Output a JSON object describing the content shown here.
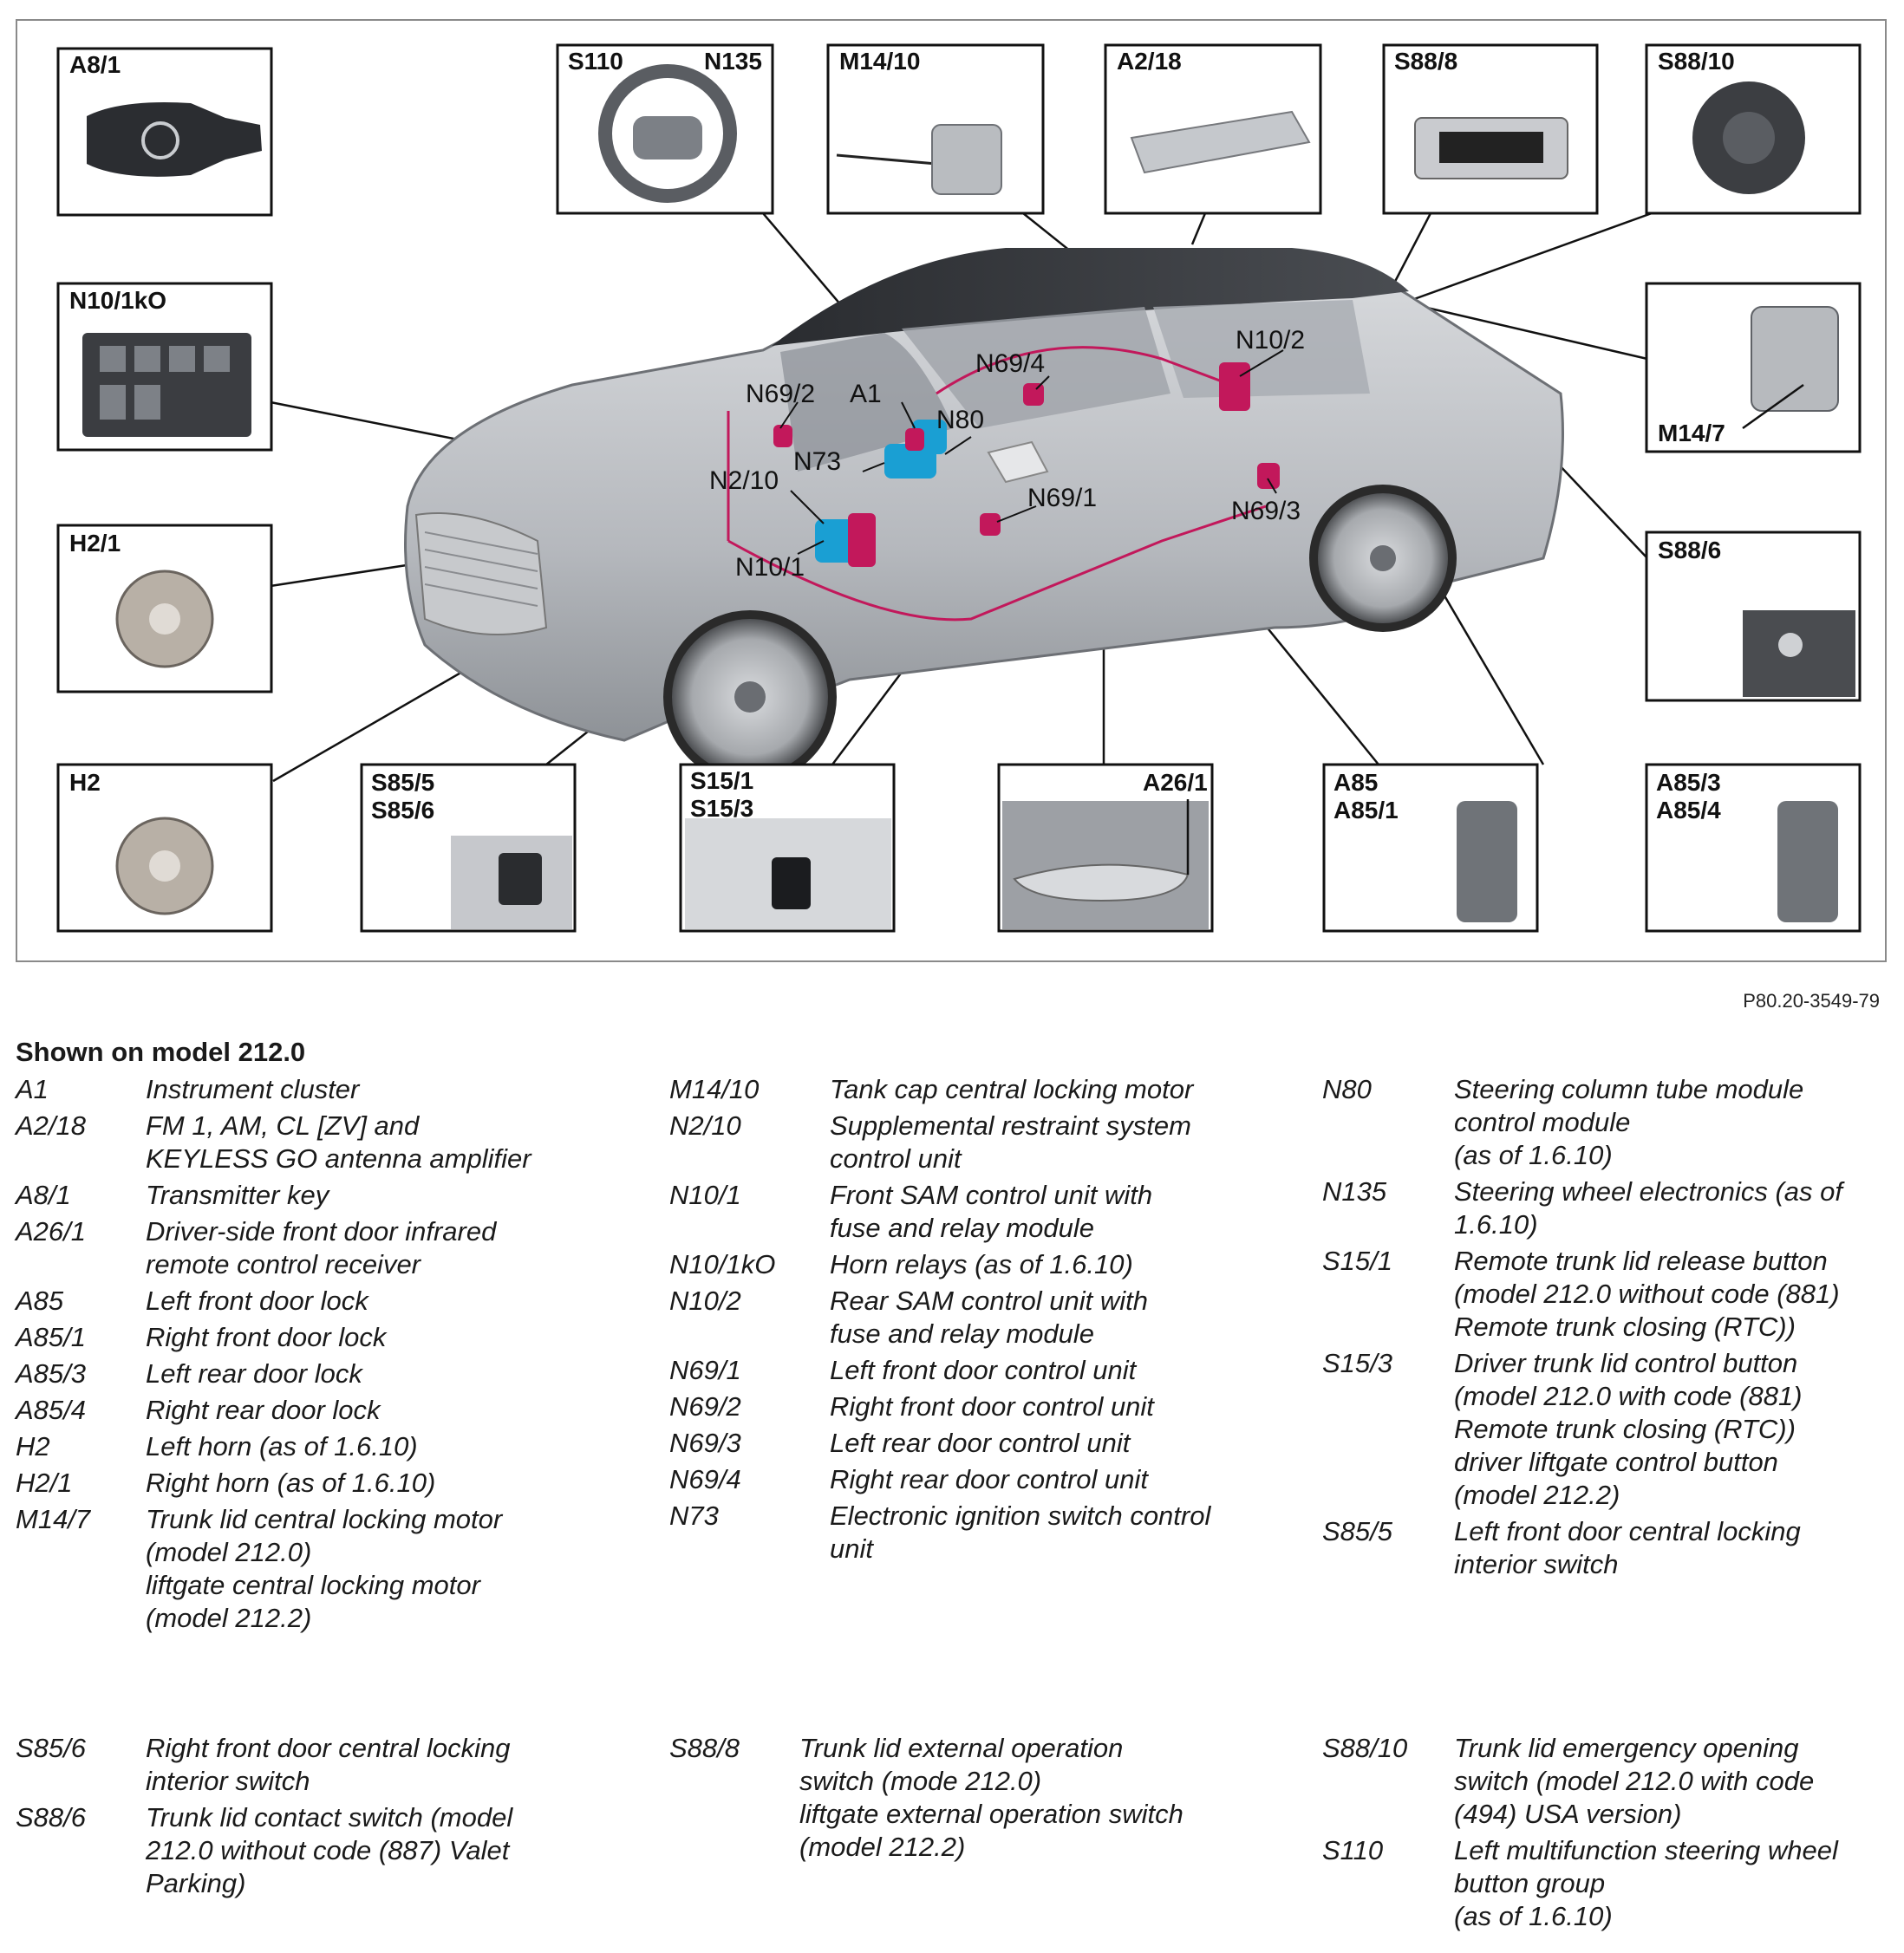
{
  "figure_ref": "P80.20-3549-79",
  "legend_title": "Shown on model 212.0",
  "callouts": {
    "a8_1": "A8/1",
    "s110": "S110",
    "n135": "N135",
    "m14_10": "M14/10",
    "a2_18": "A2/18",
    "s88_8": "S88/8",
    "s88_10": "S88/10",
    "n10_1ko": "N10/1kO",
    "m14_7": "M14/7",
    "h2_1": "H2/1",
    "s88_6": "S88/6",
    "h2": "H2",
    "s85": [
      "S85/5",
      "S85/6"
    ],
    "s15": [
      "S15/1",
      "S15/3"
    ],
    "a26_1": "A26/1",
    "a85": [
      "A85",
      "A85/1"
    ],
    "a85_3": [
      "A85/3",
      "A85/4"
    ]
  },
  "car_labels": {
    "n69_2": "N69/2",
    "a1": "A1",
    "n69_4": "N69/4",
    "n10_2": "N10/2",
    "n80": "N80",
    "n73": "N73",
    "n2_10": "N2/10",
    "n69_1": "N69/1",
    "n69_3": "N69/3",
    "n10_1": "N10/1"
  },
  "legend_columns": [
    [
      {
        "code": "A1",
        "desc": "Instrument cluster"
      },
      {
        "code": "A2/18",
        "desc": "FM 1, AM, CL [ZV] and\nKEYLESS GO antenna amplifier"
      },
      {
        "code": "A8/1",
        "desc": "Transmitter key"
      },
      {
        "code": "A26/1",
        "desc": "Driver-side front door infrared\nremote control receiver"
      },
      {
        "code": "A85",
        "desc": "Left front door lock"
      },
      {
        "code": "A85/1",
        "desc": "Right front door lock"
      },
      {
        "code": "A85/3",
        "desc": "Left rear door lock"
      },
      {
        "code": "A85/4",
        "desc": "Right rear door lock"
      },
      {
        "code": "H2",
        "desc": "Left horn (as of 1.6.10)"
      },
      {
        "code": "H2/1",
        "desc": "Right horn (as of 1.6.10)"
      },
      {
        "code": "M14/7",
        "desc": "Trunk lid central locking motor\n(model 212.0)\nliftgate central locking motor\n(model 212.2)"
      }
    ],
    [
      {
        "code": "M14/10",
        "desc": "Tank cap central locking motor"
      },
      {
        "code": "N2/10",
        "desc": "Supplemental restraint system\ncontrol unit"
      },
      {
        "code": "N10/1",
        "desc": "Front SAM control unit with\nfuse and relay module"
      },
      {
        "code": "N10/1kO",
        "desc": "Horn relays (as of 1.6.10)"
      },
      {
        "code": "N10/2",
        "desc": "Rear SAM control unit with\nfuse and relay module"
      },
      {
        "code": "N69/1",
        "desc": "Left front door control unit"
      },
      {
        "code": "N69/2",
        "desc": "Right front door control unit"
      },
      {
        "code": "N69/3",
        "desc": "Left rear door control unit"
      },
      {
        "code": "N69/4",
        "desc": "Right rear door control unit"
      },
      {
        "code": "N73",
        "desc": "Electronic ignition switch control\nunit"
      }
    ],
    [
      {
        "code": "N80",
        "desc": "Steering column tube module\ncontrol module\n(as of 1.6.10)"
      },
      {
        "code": "N135",
        "desc": "Steering wheel electronics (as of\n1.6.10)"
      },
      {
        "code": "S15/1",
        "desc": "Remote trunk lid release button\n(model 212.0 without code (881)\nRemote trunk closing (RTC))"
      },
      {
        "code": "S15/3",
        "desc": "Driver trunk lid control button\n(model 212.0 with code (881)\nRemote trunk closing (RTC))\ndriver liftgate control button\n(model 212.2)"
      },
      {
        "code": "S85/5",
        "desc": "Left front door central locking\ninterior switch"
      }
    ]
  ],
  "legend_bottom": [
    [
      {
        "code": "S85/6",
        "desc": "Right front door central locking\ninterior switch"
      },
      {
        "code": "S88/6",
        "desc": "Trunk lid contact switch (model\n212.0 without code (887) Valet\nParking)"
      }
    ],
    [
      {
        "code": "S88/8",
        "desc": "Trunk lid external operation\nswitch (mode 212.0)\nliftgate external operation switch\n(model 212.2)"
      }
    ],
    [
      {
        "code": "S88/10",
        "desc": "Trunk lid emergency opening\nswitch (model 212.0 with code\n(494) USA version)"
      },
      {
        "code": "S110",
        "desc": "Left multifunction steering wheel\nbutton group\n(as of 1.6.10)"
      }
    ]
  ]
}
